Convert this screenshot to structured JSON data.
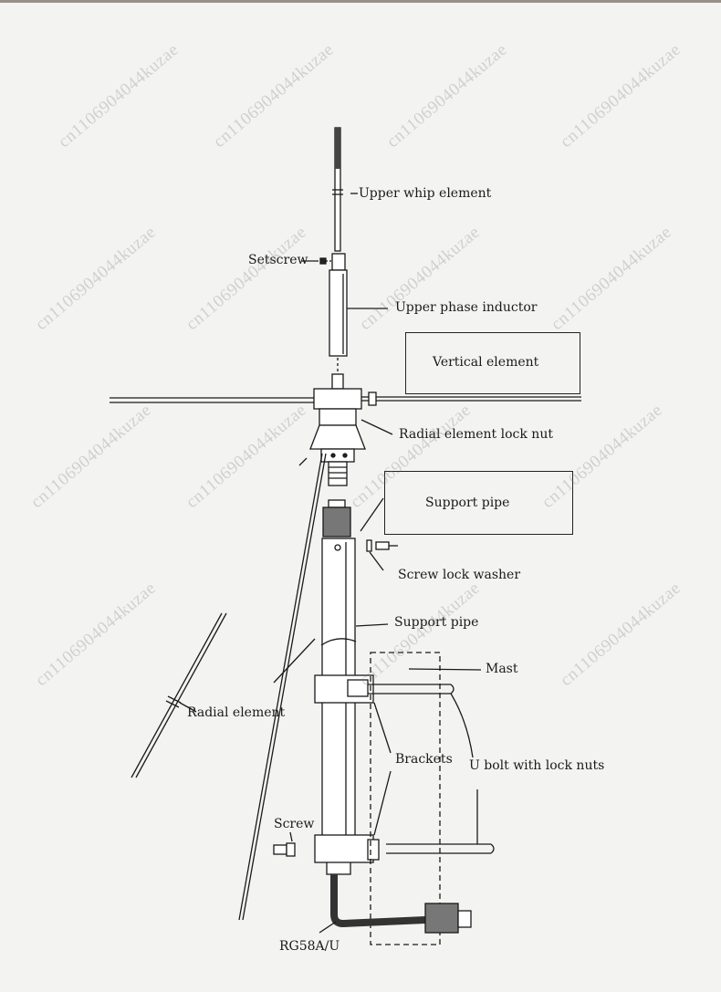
{
  "labels": {
    "upper_whip": "Upper whip element",
    "setscrew": "Setscrew",
    "upper_phase": "Upper phase inductor",
    "vertical": "Vertical element",
    "radial_lock_nut": "Radial element lock nut",
    "support_pipe_box": "Support pipe",
    "screw_lock_washer": "Screw lock washer",
    "support_pipe": "Support pipe",
    "mast": "Mast",
    "radial_element": "Radial element",
    "brackets": "Brackets",
    "u_bolt": "U bolt with lock nuts",
    "screw": "Screw",
    "cable": "RG58A/U"
  },
  "watermark": "cn1106904044kuzae",
  "colors": {
    "ink": "#1a1a1a",
    "paper": "#f3f3f1",
    "watermark": "#787878"
  }
}
